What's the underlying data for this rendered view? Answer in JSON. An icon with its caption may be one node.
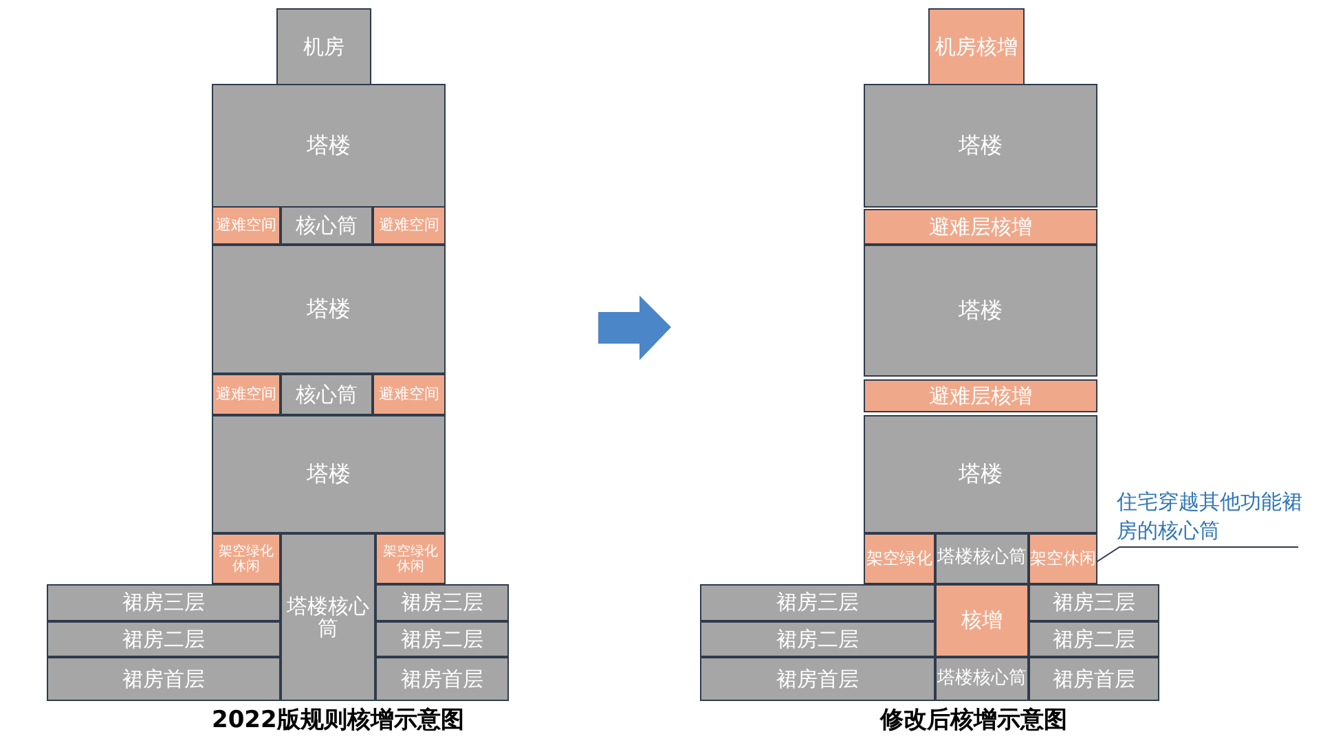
{
  "diagram": {
    "nodes": [
      {
        "text": [
          "机房"
        ]
      },
      {
        "text": [
          "塔楼"
        ]
      },
      {
        "text": [
          "避难空间"
        ]
      },
      {
        "text": [
          "核心筒"
        ]
      },
      {
        "text": [
          "避难空间"
        ]
      },
      {
        "text": [
          "塔楼"
        ]
      },
      {
        "text": [
          "避难空间"
        ]
      },
      {
        "text": [
          "核心筒"
        ]
      },
      {
        "text": [
          "避难空间"
        ]
      },
      {
        "text": [
          "塔楼"
        ]
      },
      {
        "text": [
          "架空绿化休闲"
        ]
      },
      {
        "text": [
          "塔楼核心筒"
        ]
      },
      {
        "text": [
          "架空绿化休闲"
        ]
      },
      {
        "text": [
          "裙房三层"
        ]
      },
      {
        "text": [
          "裙房二层"
        ]
      },
      {
        "text": [
          "裙房首层"
        ]
      },
      {
        "text": [
          "裙房三层"
        ]
      },
      {
        "text": [
          "裙房二层"
        ]
      },
      {
        "text": [
          "裙房首层"
        ]
      },
      {
        "text": [
          "机房核增"
        ]
      },
      {
        "text": [
          "塔楼"
        ]
      },
      {
        "text": [
          "避难层核增"
        ]
      },
      {
        "text": [
          "塔楼"
        ]
      },
      {
        "text": [
          "避难层核增"
        ]
      },
      {
        "text": [
          "塔楼"
        ]
      },
      {
        "text": [
          "架空绿化"
        ]
      },
      {
        "text": [
          "塔楼核心筒"
        ]
      },
      {
        "text": [
          "架空休闲"
        ]
      },
      {
        "text": [
          "住宅穿越其他功能裙房的核心筒"
        ]
      },
      {
        "text": [
          "裙房三层"
        ]
      },
      {
        "text": [
          "核增"
        ]
      },
      {
        "text": [
          "裙房三层"
        ]
      },
      {
        "text": [
          "裙房二层"
        ]
      },
      {
        "text": [
          "裙房二层"
        ]
      },
      {
        "text": [
          "裙房首层"
        ]
      },
      {
        "text": [
          "塔楼核心筒"
        ]
      },
      {
        "text": [
          "裙房首层"
        ]
      }
    ],
    "edges": [
      {
        "from": 28,
        "to": 30,
        "arrow": "none"
      }
    ],
    "labels": [
      "2022版规则核增示意图",
      "修改后核增示意图"
    ]
  }
}
